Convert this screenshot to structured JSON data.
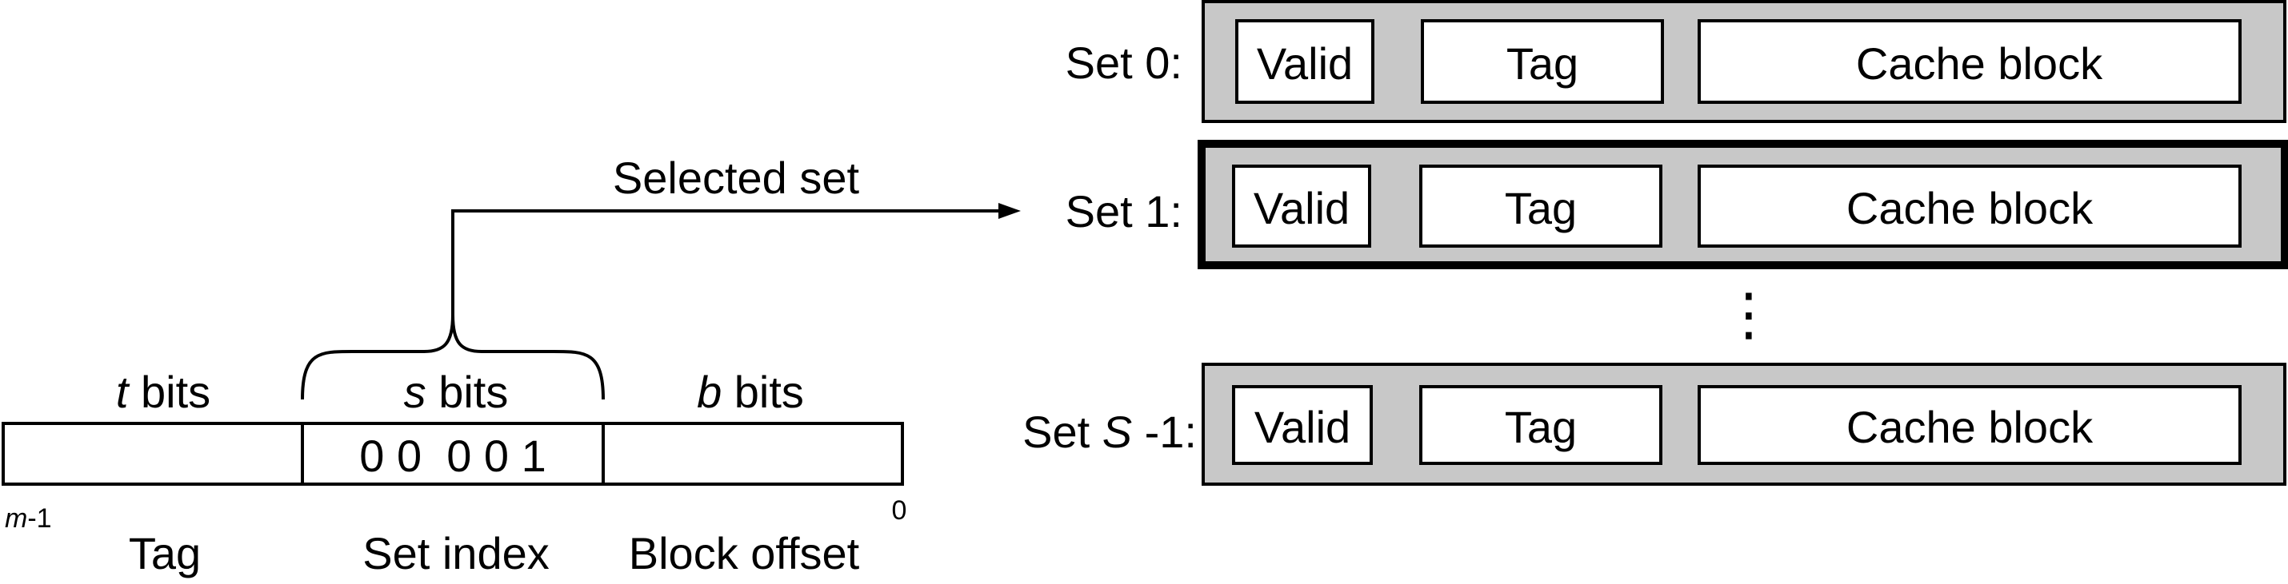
{
  "address": {
    "fields": [
      {
        "var": "t",
        "bits_text": " bits",
        "name": "Tag",
        "value": ""
      },
      {
        "var": "s",
        "bits_text": " bits",
        "name": "Set index",
        "value": "0 0  0 0 1"
      },
      {
        "var": "b",
        "bits_text": " bits",
        "name": "Block offset",
        "value": ""
      }
    ],
    "msb_var": "m",
    "msb_suffix": "-1",
    "lsb": "0"
  },
  "selector": {
    "label": "Selected set"
  },
  "cache": {
    "sets": [
      {
        "label": "Set 0:",
        "valid": "Valid",
        "tag": "Tag",
        "block": "Cache block",
        "selected": false
      },
      {
        "label": "Set 1:",
        "valid": "Valid",
        "tag": "Tag",
        "block": "Cache block",
        "selected": true
      },
      {
        "label_prefix": "Set ",
        "label_var": "S",
        "label_suffix": " -1:",
        "valid": "Valid",
        "tag": "Tag",
        "block": "Cache block",
        "selected": false
      }
    ],
    "ellipsis": "⋮"
  },
  "colors": {
    "set_fill": "#c8c8c8",
    "line_field_fill": "#ffffff",
    "stroke": "#000000"
  }
}
